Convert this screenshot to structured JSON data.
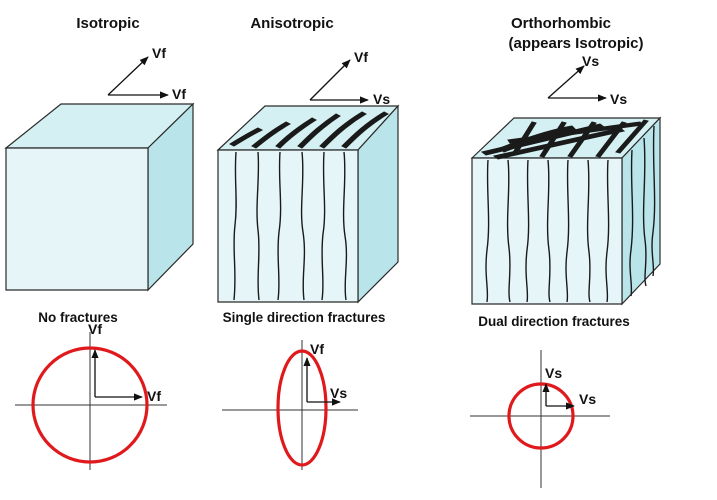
{
  "panels": [
    {
      "id": "isotropic",
      "title": "Isotropic",
      "cube_vectors": [
        "Vf",
        "Vf"
      ],
      "caption": "No fractures",
      "ellipse_vectors": [
        "Vf",
        "Vf"
      ]
    },
    {
      "id": "anisotropic",
      "title": "Anisotropic",
      "cube_vectors": [
        "Vf",
        "Vs"
      ],
      "caption": "Single direction fractures",
      "ellipse_vectors": [
        "Vf",
        "Vs"
      ]
    },
    {
      "id": "orthorhombic",
      "title": "Orthorhombic",
      "subtitle": "(appears Isotropic)",
      "cube_vectors": [
        "Vs",
        "Vs"
      ],
      "caption": "Dual direction fractures",
      "ellipse_vectors": [
        "Vs",
        "Vs"
      ]
    }
  ],
  "colors": {
    "cube_front": "#e6f6f8",
    "cube_top": "#d4f0f2",
    "cube_side": "#b8e4ea",
    "velocity_ring": "#e0191c"
  }
}
